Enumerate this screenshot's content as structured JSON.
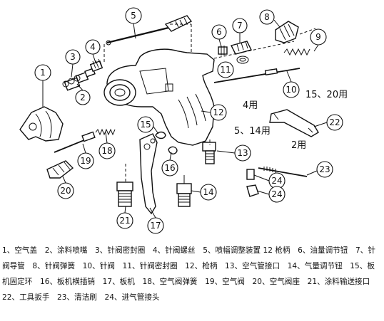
{
  "callouts": [
    {
      "id": "n1",
      "text": "1"
    },
    {
      "id": "n2",
      "text": "2"
    },
    {
      "id": "n3",
      "text": "3"
    },
    {
      "id": "n4",
      "text": "4"
    },
    {
      "id": "n5",
      "text": "5"
    },
    {
      "id": "n6",
      "text": "6"
    },
    {
      "id": "n7",
      "text": "7"
    },
    {
      "id": "n8",
      "text": "8"
    },
    {
      "id": "n9",
      "text": "9"
    },
    {
      "id": "n10",
      "text": "10"
    },
    {
      "id": "n11",
      "text": "11"
    },
    {
      "id": "n12",
      "text": "12"
    },
    {
      "id": "n13",
      "text": "13"
    },
    {
      "id": "n14",
      "text": "14"
    },
    {
      "id": "n15",
      "text": "15"
    },
    {
      "id": "n16",
      "text": "16"
    },
    {
      "id": "n17",
      "text": "17"
    },
    {
      "id": "n18",
      "text": "18"
    },
    {
      "id": "n19",
      "text": "19"
    },
    {
      "id": "n20",
      "text": "20"
    },
    {
      "id": "n21",
      "text": "21"
    },
    {
      "id": "n22",
      "text": "22"
    },
    {
      "id": "n23",
      "text": "23"
    },
    {
      "id": "n24a",
      "text": "24"
    },
    {
      "id": "n24b",
      "text": "24"
    }
  ],
  "tool_uses": {
    "use_15_20": "15、20用",
    "use_4": "4用",
    "use_5_14": "5、14用",
    "use_2": "2用"
  },
  "legend": "1、空气盖　2、涂料喷嘴　3、针阀密封圈　4、针阀螺丝　5、喷幅调整装置 12 枪柄　6、油量调节钮　7、针阀导管　8、针阀弹簧　10、针阀　11、针阀密封圈　12、枪柄　13、空气管接口　14、气量调节钮　15、板机固定环　16、板机横插销　17、板机　18、空气阀弹簧　19、空气阀　20、空气阀座　21、涂料输送接口　22、工具扳手　23、清洁刷　24、进气管接头"
}
